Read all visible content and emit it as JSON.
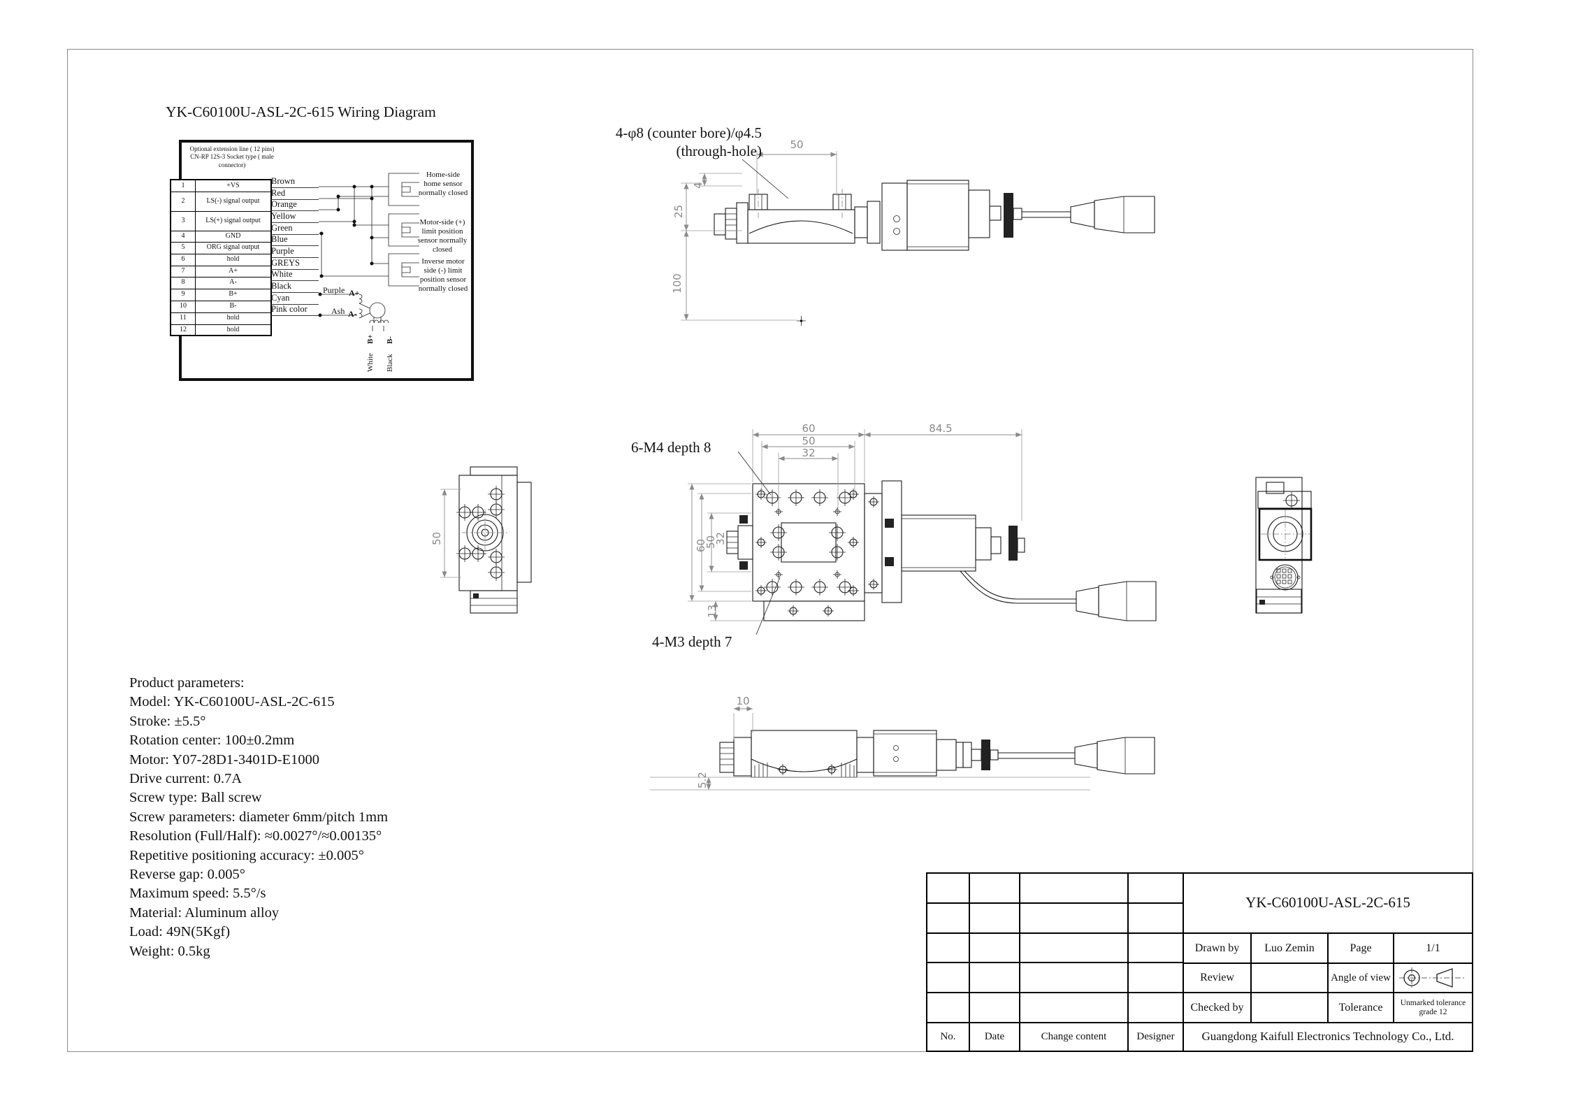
{
  "page": {
    "wiring_title": "YK-C60100U-ASL-2C-615 Wiring Diagram"
  },
  "wiring": {
    "note": "Optional extension line ( 12 pins) CN-RP 12S-3 Socket type ( male connector)",
    "pins": [
      {
        "no": "1",
        "signal": "+VS"
      },
      {
        "no": "2",
        "signal": "LS(-) signal output"
      },
      {
        "no": "3",
        "signal": "LS(+) signal output"
      },
      {
        "no": "4",
        "signal": "GND"
      },
      {
        "no": "5",
        "signal": "ORG signal output"
      },
      {
        "no": "6",
        "signal": "hold"
      },
      {
        "no": "7",
        "signal": "A+"
      },
      {
        "no": "8",
        "signal": "A-"
      },
      {
        "no": "9",
        "signal": "B+"
      },
      {
        "no": "10",
        "signal": "B-"
      },
      {
        "no": "11",
        "signal": "hold"
      },
      {
        "no": "12",
        "signal": "hold"
      }
    ],
    "colors": [
      "Brown",
      "Red",
      "Orange",
      "Yellow",
      "Green",
      "Blue",
      "Purple",
      "GREYS",
      "White",
      "Black",
      "Cyan",
      "Pink color"
    ],
    "sensors": [
      "Home-side home sensor normally closed",
      "Motor-side (+) limit position sensor normally closed",
      "Inverse motor side (-) limit position sensor normally closed"
    ],
    "motor": {
      "a_plus_color": "Purple",
      "a_plus": "A+",
      "a_minus_color": "Ash",
      "a_minus": "A-",
      "b_plus": "B+",
      "b_plus_color": "White",
      "b_minus": "B-",
      "b_minus_color": "Black"
    }
  },
  "views": {
    "side_top": {
      "hole_note_1": "4-φ8 (counter bore)/φ4.5",
      "hole_note_2": "(through-hole)",
      "dim_50": "50",
      "dim_4": "4",
      "dim_25": "25",
      "dim_100": "100"
    },
    "plan": {
      "label_m4": "6-M4 depth 8",
      "label_m3": "4-M3 depth 7",
      "dim_60_h": "60",
      "dim_50_h": "50",
      "dim_32_h": "32",
      "dim_845": "84.5",
      "dim_60_v": "60",
      "dim_50_v": "50",
      "dim_32_v": "32",
      "dim_13": "13"
    },
    "left": {
      "dim_50": "50"
    },
    "bottom": {
      "dim_10": "10",
      "dim_52": "5.2"
    }
  },
  "params": {
    "lines": [
      "Product parameters:",
      "Model: YK-C60100U-ASL-2C-615",
      "Stroke: ±5.5°",
      "Rotation center: 100±0.2mm",
      "Motor: Y07-28D1-3401D-E1000",
      "Drive current: 0.7A",
      "Screw type: Ball screw",
      "Screw parameters: diameter 6mm/pitch 1mm",
      "Resolution (Full/Half): ≈0.0027°/≈0.00135°",
      "Repetitive positioning accuracy: ±0.005°",
      "Reverse gap: 0.005°",
      "Maximum speed: 5.5°/s",
      "Material: Aluminum alloy",
      "Load: 49N(5Kgf)",
      "Weight: 0.5kg"
    ]
  },
  "title_block": {
    "part_no": "YK-C60100U-ASL-2C-615",
    "drawn_by_label": "Drawn by",
    "drawn_by": "Luo Zemin",
    "page_label": "Page",
    "page": "1/1",
    "review_label": "Review",
    "angle_label": "Angle of view",
    "checked_label": "Checked by",
    "tolerance_label": "Tolerance",
    "tolerance_value": "Unmarked tolerance grade 12",
    "no_label": "No.",
    "date_label": "Date",
    "change_label": "Change content",
    "designer_label": "Designer",
    "company": "Guangdong Kaifull Electronics Technology Co., Ltd."
  }
}
